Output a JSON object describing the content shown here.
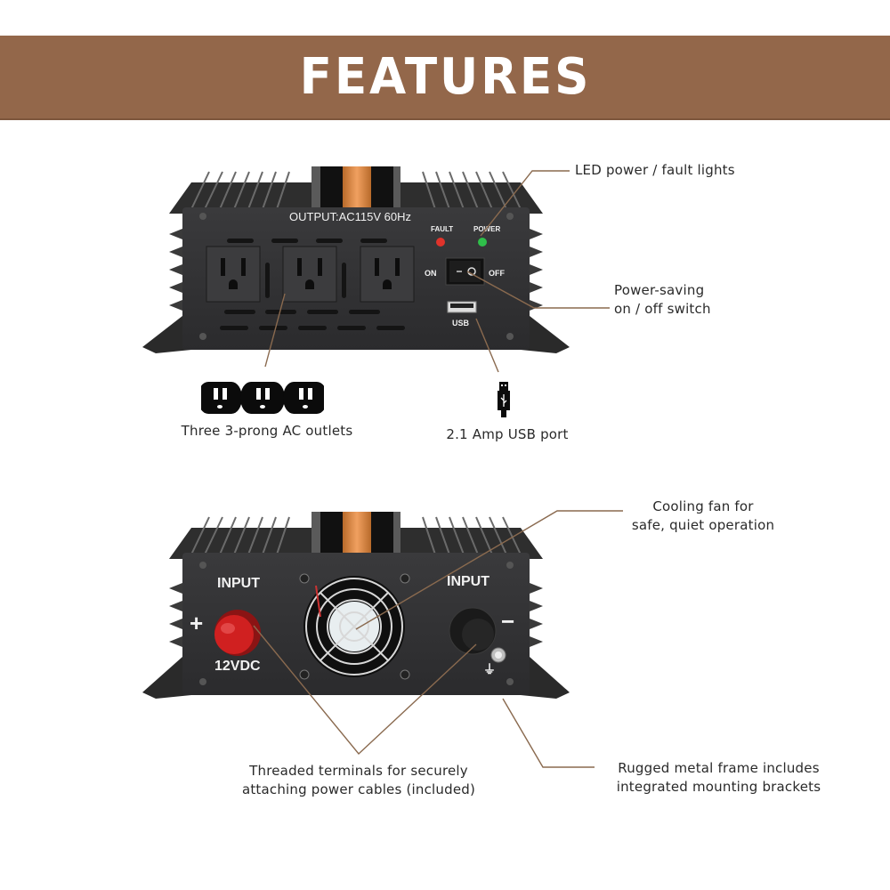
{
  "banner": {
    "title": "FEATURES",
    "color": "#93674a"
  },
  "top_device": {
    "panel_label": "OUTPUT:AC115V 60Hz",
    "fault_label": "FAULT",
    "power_label": "POWER",
    "switch_on_label": "ON",
    "switch_off_label": "OFF",
    "usb_label": "USB",
    "outlet_count": 3,
    "led_colors": {
      "fault": "#e0332b",
      "power": "#2fbf4a"
    }
  },
  "bottom_device": {
    "left_input_label": "INPUT",
    "right_input_label": "INPUT",
    "plus_sign": "+",
    "minus_sign": "−",
    "voltage_label": "12VDC",
    "ground_symbol": "⏚",
    "terminal_colors": {
      "positive": "#c81e1e",
      "negative": "#1c1c1c"
    }
  },
  "callouts": {
    "led_lights": {
      "text": "LED power / fault lights"
    },
    "power_switch": {
      "line1": "Power-saving",
      "line2": "on / off switch"
    },
    "ac_outlets": {
      "text": "Three 3-prong AC outlets",
      "icon": "outlet-icon"
    },
    "usb_port": {
      "text": "2.1 Amp USB port",
      "icon": "usb-plug-icon"
    },
    "cooling_fan": {
      "line1": "Cooling fan for",
      "line2": "safe, quiet operation"
    },
    "terminals": {
      "line1": "Threaded terminals for securely",
      "line2": "attaching power cables (included)"
    },
    "frame": {
      "line1": "Rugged metal frame includes",
      "line2": "integrated mounting brackets"
    }
  },
  "colors": {
    "leader_line": "#8a6a4f",
    "text": "#2a2a2a"
  }
}
